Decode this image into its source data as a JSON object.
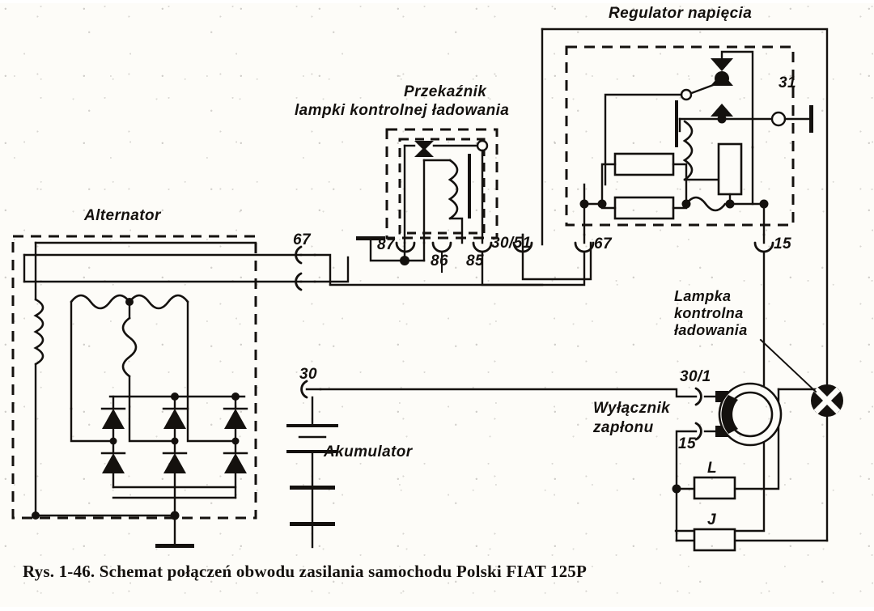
{
  "figure": {
    "caption": "Rys. 1-46. Schemat połączeń obwodu zasilania samochodu Polski FIAT 125P",
    "language": "pl"
  },
  "blocks": [
    {
      "id": "alternator",
      "label": "Alternator"
    },
    {
      "id": "charge-lamp-relay",
      "label_line1": "Przekaźnik",
      "label_line2": "lampki kontrolnej ładowania"
    },
    {
      "id": "voltage-regulator",
      "label": "Regulator napięcia"
    },
    {
      "id": "battery",
      "label": "Akumulator"
    },
    {
      "id": "ignition-switch",
      "label_line1": "Wyłącznik",
      "label_line2": "zapłonu"
    },
    {
      "id": "charge-warning-lamp",
      "label_line1": "Lampka",
      "label_line2": "kontrolna",
      "label_line3": "ładowania"
    }
  ],
  "terminals": {
    "alternator_67": "67",
    "alternator_30": "30",
    "relay_87": "87",
    "relay_86": "86",
    "relay_85": "85",
    "relay_30_51": "30/51",
    "regulator_67": "67",
    "regulator_15": "15",
    "regulator_31": "31",
    "ignition_30_1": "30/1",
    "ignition_15": "15"
  },
  "components": {
    "resistor_L": "L",
    "resistor_J": "J"
  },
  "colors": {
    "ink": "#14110e",
    "paper": "#fdfcf8"
  }
}
